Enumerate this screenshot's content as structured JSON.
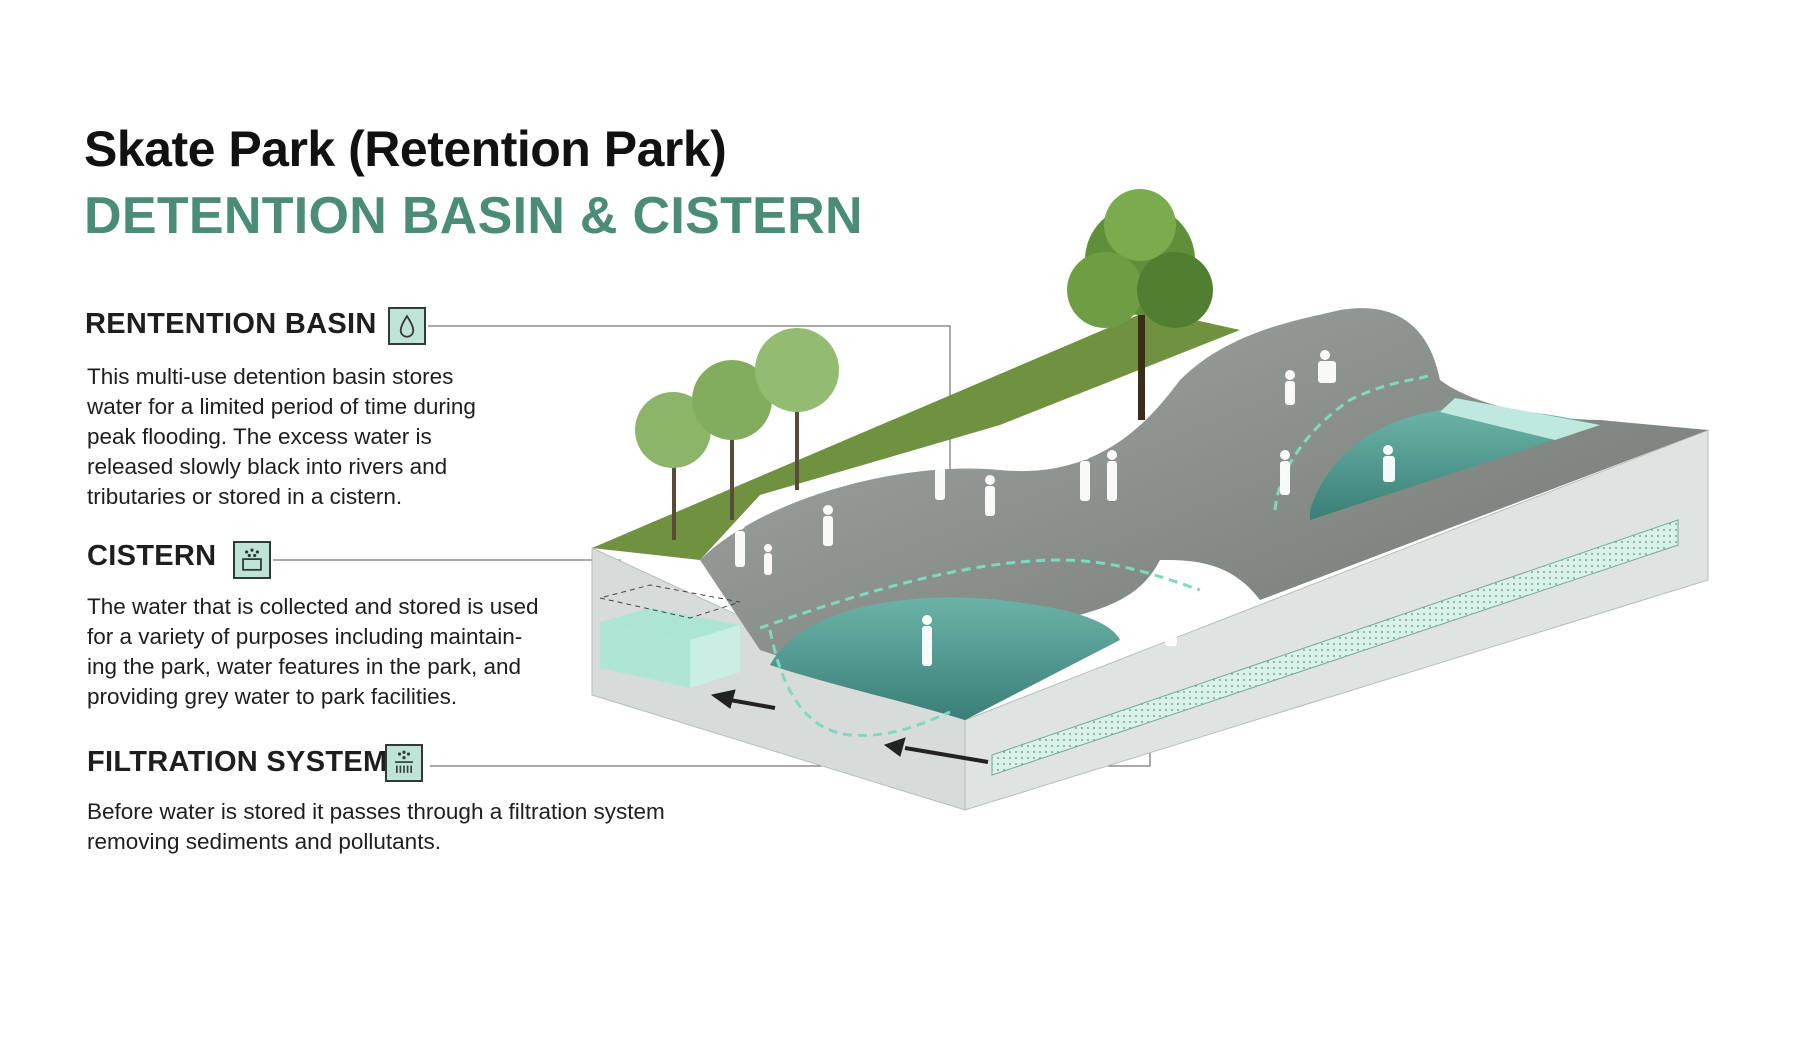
{
  "title": "Skate Park (Retention Park)",
  "subtitle": "DETENTION BASIN & CISTERN",
  "sections": [
    {
      "heading": "RENTENTION BASIN",
      "icon": "water-drop-icon",
      "body": [
        "This multi-use detention basin stores",
        "water for a limited period of time during",
        "peak flooding. The excess water is",
        "released slowly black into rivers and",
        "tributaries or stored in a cistern."
      ]
    },
    {
      "heading": "CISTERN",
      "icon": "cistern-tank-icon",
      "body": [
        "The water that is collected and stored is used",
        "for a variety of purposes including maintain-",
        "ing the park, water features in the park, and",
        "providing grey water to park facilities."
      ]
    },
    {
      "heading": "FILTRATION SYSTEM",
      "icon": "filter-icon",
      "body": [
        "Before water is stored it passes through a filtration system",
        "removing sediments and pollutants."
      ]
    }
  ],
  "colors": {
    "accent_green": "#4a8c78",
    "icon_fill": "#bfe3d6",
    "water": "#4f9a90",
    "concrete": "#8e9591",
    "grass": "#6b8c3a",
    "flow_line": "#7fd9c0"
  }
}
